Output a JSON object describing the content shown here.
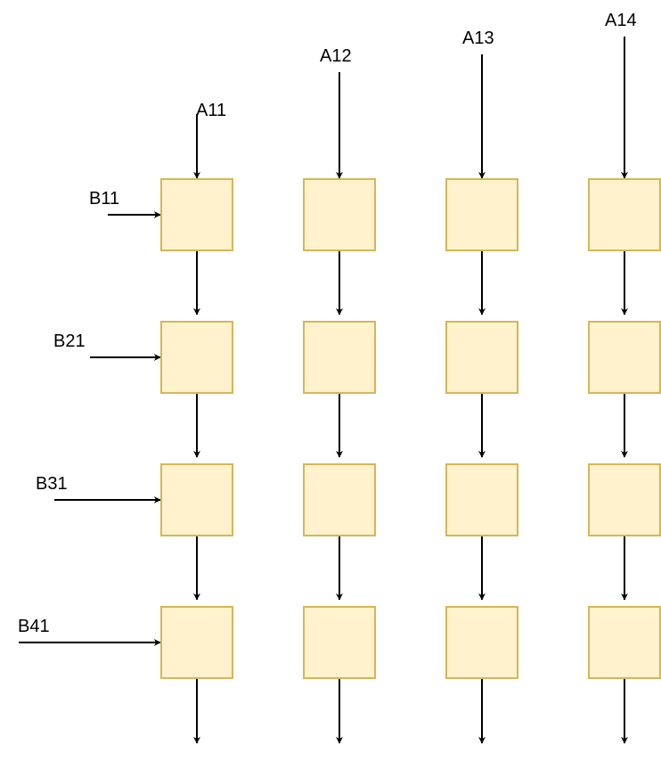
{
  "diagram": {
    "title": "",
    "colors": {
      "cell_fill": "#fff2cc",
      "cell_stroke": "#d6b656",
      "arrow": "#000000"
    },
    "columns": [
      {
        "id": "col1",
        "input_label": "A11"
      },
      {
        "id": "col2",
        "input_label": "A12"
      },
      {
        "id": "col3",
        "input_label": "A13"
      },
      {
        "id": "col4",
        "input_label": "A14"
      }
    ],
    "rows": [
      {
        "id": "row1",
        "input_label": "B11"
      },
      {
        "id": "row2",
        "input_label": "B21"
      },
      {
        "id": "row3",
        "input_label": "B31"
      },
      {
        "id": "row4",
        "input_label": "B41"
      }
    ]
  }
}
